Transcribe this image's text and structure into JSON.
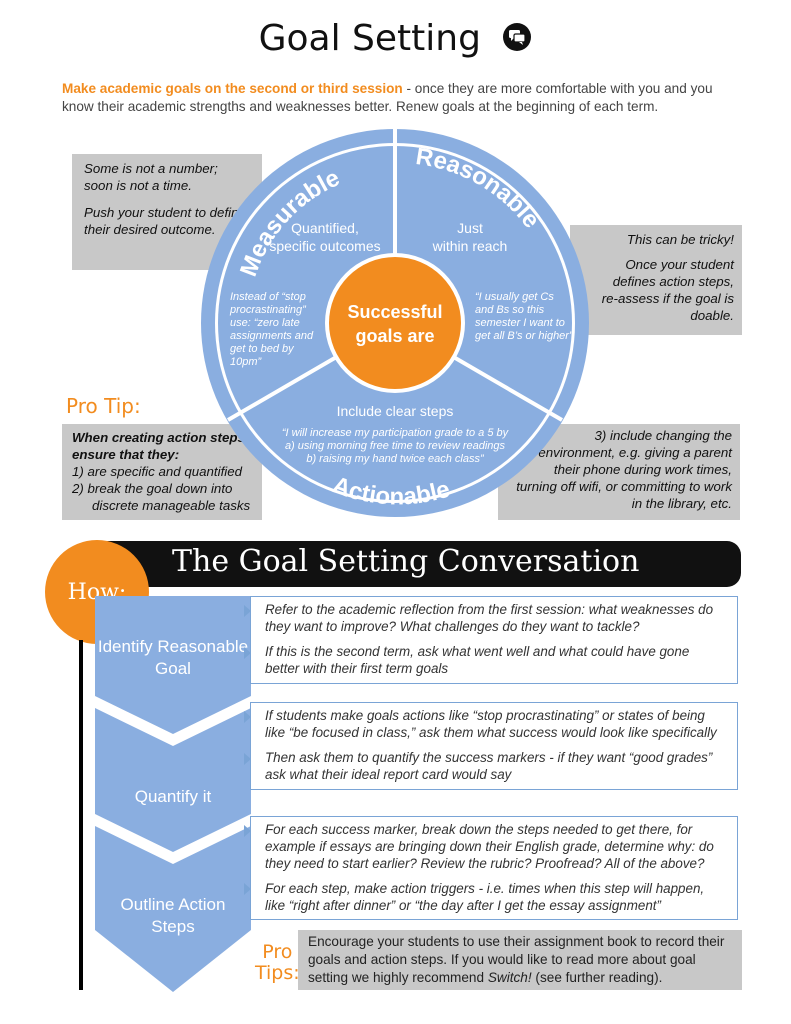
{
  "title": "Goal Setting",
  "intro": {
    "highlight": "Make academic goals on the second or third session",
    "rest": " - once they are more comfortable with you and you know their academic strengths and weaknesses better.  Renew goals at the beginning of each term."
  },
  "measurable_note": {
    "p1": "Some is not a number; soon is not a time.",
    "p2": "Push your student to define their desired outcome."
  },
  "reasonable_note": {
    "p1": "This can be tricky!",
    "p2": "Once your student defines action steps, re-assess if the goal is doable."
  },
  "wheel": {
    "center_l1": "Successful",
    "center_l2": "goals are",
    "measurable": {
      "name": "Measurable",
      "desc_l1": "Quantified,",
      "desc_l2": "specific outcomes",
      "example": [
        "Instead of “stop",
        "procrastinating”",
        "use: “zero late",
        "assignments and",
        "get  to bed by",
        "10pm”"
      ]
    },
    "reasonable": {
      "name": "Reasonable",
      "desc_l1": "Just",
      "desc_l2": "within reach",
      "example": [
        "“I usually get Cs",
        "and Bs so this",
        "semester I want to",
        "get all B’s or higher”"
      ]
    },
    "actionable": {
      "name": "Actionable",
      "desc": "Include clear steps",
      "example": [
        "“I will increase my participation grade to a 5 by",
        "a) using morning free time to review readings",
        "b) raising my hand twice each class”"
      ]
    }
  },
  "pro_tip_1": "Pro Tip:",
  "pro_tip_box": {
    "heading": "When creating action steps ensure that they:",
    "item1": "1) are specific and quantified",
    "item2": "2) break the goal down into",
    "item2b": "discrete manageable tasks",
    "item3": "3) include changing the environment, e.g. giving a parent their phone during work times, turning off wifi, or committing to work in the library, etc."
  },
  "conversation": {
    "title": "The Goal Setting Conversation",
    "how": "How:",
    "steps": [
      {
        "label": "Identify Reasonable Goal",
        "texts": [
          "Refer to the academic reflection from the first session: what weaknesses do they want to improve? What challenges do they want to tackle?",
          "If this is the second term, ask what went well and what could have gone better with their first term goals"
        ]
      },
      {
        "label": "Quantify it",
        "texts": [
          "If students make goals actions like “stop procrastinating” or states of being like “be focused in class,” ask them what success would look like specifically",
          "Then ask them to quantify the success markers - if they want “good grades” ask what their ideal report card would say"
        ]
      },
      {
        "label": "Outline Action Steps",
        "texts": [
          "For each success marker, break down the steps needed to get there, for example if essays are bringing down their English grade, determine why:  do they need to start earlier? Review the rubric? Proofread? All of the above?",
          "For each step, make action triggers - i.e. times when this step will happen, like “right after dinner” or “the day after I get the essay assignment”"
        ]
      }
    ],
    "pro_tips_l1": "Pro",
    "pro_tips_l2": "Tips:",
    "final_pre": "Encourage your students to use their assignment book to record their goals and action steps.  If you would like to read more about goal setting we highly recommend ",
    "final_book": "Switch!",
    "final_post": " (see further reading)."
  },
  "colors": {
    "blue": "#8aaee0",
    "orange": "#f28c1f",
    "grey": "#c8c8c8",
    "black": "#111111"
  }
}
